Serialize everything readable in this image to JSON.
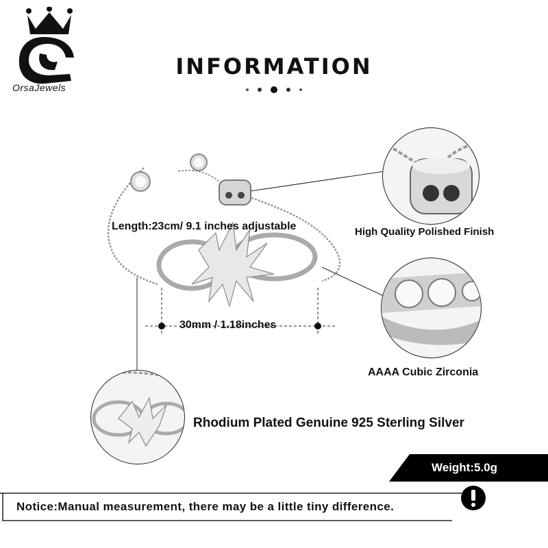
{
  "brand": {
    "name": "OrsaJewels"
  },
  "header": {
    "title": "INFORMATION"
  },
  "specs": {
    "length": "Length:23cm/ 9.1 inches  adjustable",
    "size": "30mm / 1.18inches",
    "weight": "Weight:5.0g"
  },
  "callouts": {
    "finish": "High Quality Polished Finish",
    "stone": "AAAA Cubic Zirconia",
    "material": "Rhodium Plated Genuine 925 Sterling Silver"
  },
  "notice": {
    "text": "Notice:Manual measurement, there may be a little tiny difference."
  },
  "colors": {
    "accent": "#000000",
    "metal": "#c8c8c8",
    "background": "#ffffff"
  },
  "icons": [
    "crown-logo-icon",
    "exclamation-icon"
  ]
}
